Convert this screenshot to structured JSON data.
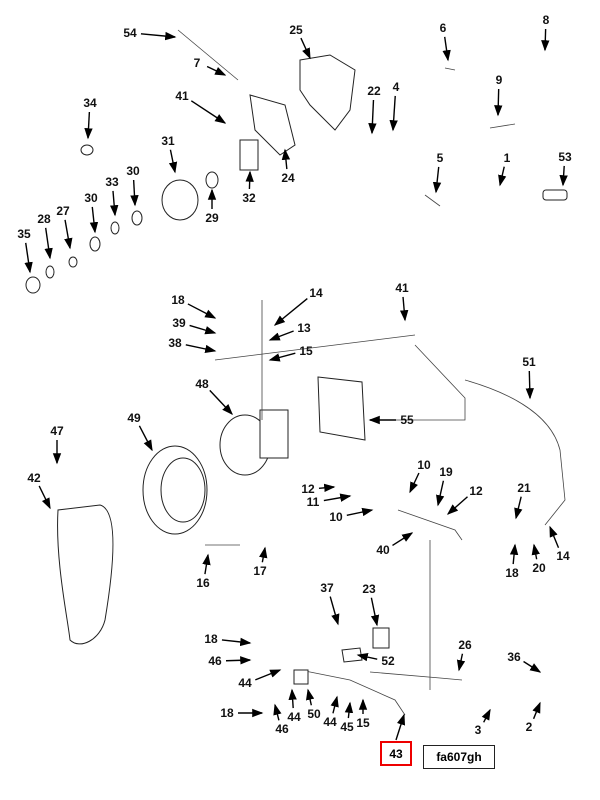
{
  "callouts": [
    "54",
    "25",
    "6",
    "8",
    "7",
    "9",
    "34",
    "41",
    "22",
    "4",
    "31",
    "30",
    "33",
    "5",
    "1",
    "53",
    "32",
    "24",
    "29",
    "30",
    "27",
    "28",
    "35",
    "18",
    "14",
    "41",
    "39",
    "13",
    "38",
    "15",
    "51",
    "48",
    "49",
    "55",
    "47",
    "42",
    "10",
    "19",
    "12",
    "11",
    "12",
    "21",
    "10",
    "40",
    "14",
    "18",
    "20",
    "16",
    "17",
    "37",
    "23",
    "26",
    "36",
    "18",
    "46",
    "52",
    "44",
    "2",
    "3",
    "18",
    "44",
    "50",
    "44",
    "45",
    "15",
    "46"
  ],
  "highlighted_callout": "43",
  "figure_id": "fa607gh"
}
